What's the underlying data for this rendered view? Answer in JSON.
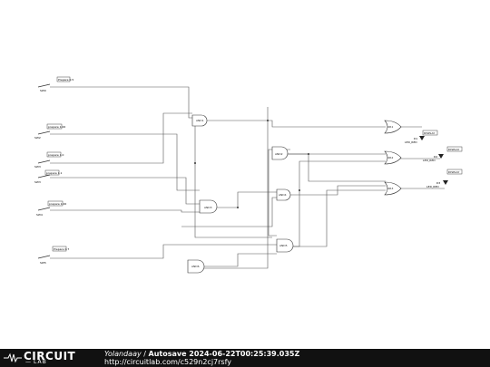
{
  "diagram": {
    "switches": [
      {
        "id": "sw1",
        "tag": "Prepare 0.5",
        "name": "SW0"
      },
      {
        "id": "sw2",
        "tag": "prepare 1.00",
        "name": "SW2"
      },
      {
        "id": "sw3",
        "tag": "prepare 1.0",
        "name": "SW3"
      },
      {
        "id": "sw4",
        "tag": "prepare 1.1",
        "name": "SW3"
      },
      {
        "id": "sw5",
        "tag": "prepare 1.00",
        "name": "SW4"
      },
      {
        "id": "sw6",
        "tag": "Prepare 0.7",
        "name": "SW5"
      }
    ],
    "gates": [
      {
        "id": "and1",
        "name": "AND1"
      },
      {
        "id": "and2",
        "name": "AND2"
      },
      {
        "id": "and3",
        "name": "AND3"
      },
      {
        "id": "and4",
        "name": "AND4"
      },
      {
        "id": "and5",
        "name": "AND5"
      },
      {
        "id": "and6",
        "name": "AND6"
      },
      {
        "id": "or1",
        "name": "OR1"
      },
      {
        "id": "or2",
        "name": "OR2"
      },
      {
        "id": "or3",
        "name": "OR3"
      }
    ],
    "leds": [
      {
        "id": "led1",
        "tag": "DISPLAY",
        "name": "D1",
        "value": "LED_RED"
      },
      {
        "id": "led2",
        "tag": "DISPLAY",
        "name": "D2",
        "value": "LED_RED"
      },
      {
        "id": "led3",
        "tag": "DISPLAY",
        "name": "D3",
        "value": "LED_RED"
      }
    ]
  },
  "footer": {
    "logo_top": "CIRCUIT",
    "logo_bottom": "LAB",
    "author": "Yolandaay",
    "separator": " / ",
    "title": "Autosave 2024-06-22T00:25:39.035Z",
    "url": "http://circuitlab.com/c529n2cj7rsfy"
  }
}
